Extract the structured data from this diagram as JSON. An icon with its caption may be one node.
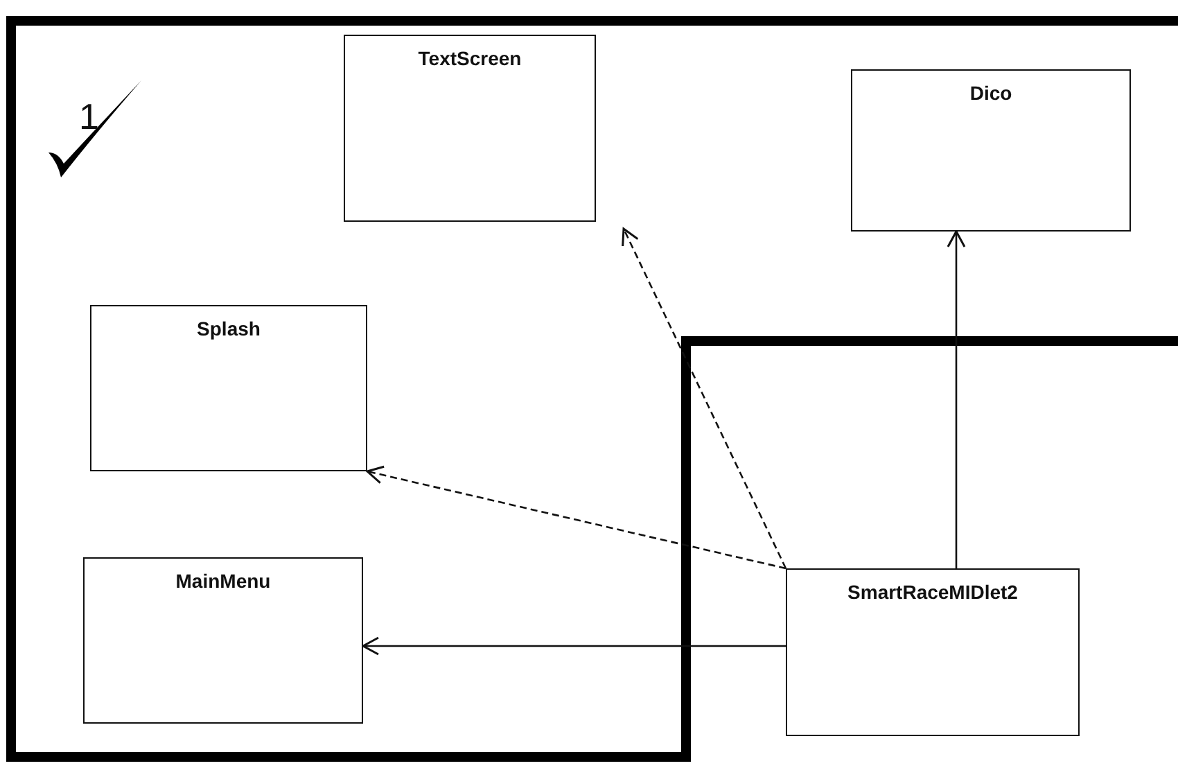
{
  "diagram": {
    "nodes": [
      {
        "text": [
          "TextScreen"
        ]
      },
      {
        "text": [
          "Dico"
        ]
      },
      {
        "text": [
          "Splash"
        ]
      },
      {
        "text": [
          "MainMenu"
        ]
      },
      {
        "text": [
          "SmartRaceMIDlet2"
        ]
      }
    ],
    "edges": [
      {
        "from": 4,
        "to": 0,
        "arrow": "to",
        "style": "dashed"
      },
      {
        "from": 4,
        "to": 1,
        "arrow": "to"
      },
      {
        "from": 4,
        "to": 2,
        "arrow": "to",
        "style": "dashed"
      },
      {
        "from": 4,
        "to": 3,
        "arrow": "to"
      }
    ],
    "labels": [
      "1"
    ]
  }
}
